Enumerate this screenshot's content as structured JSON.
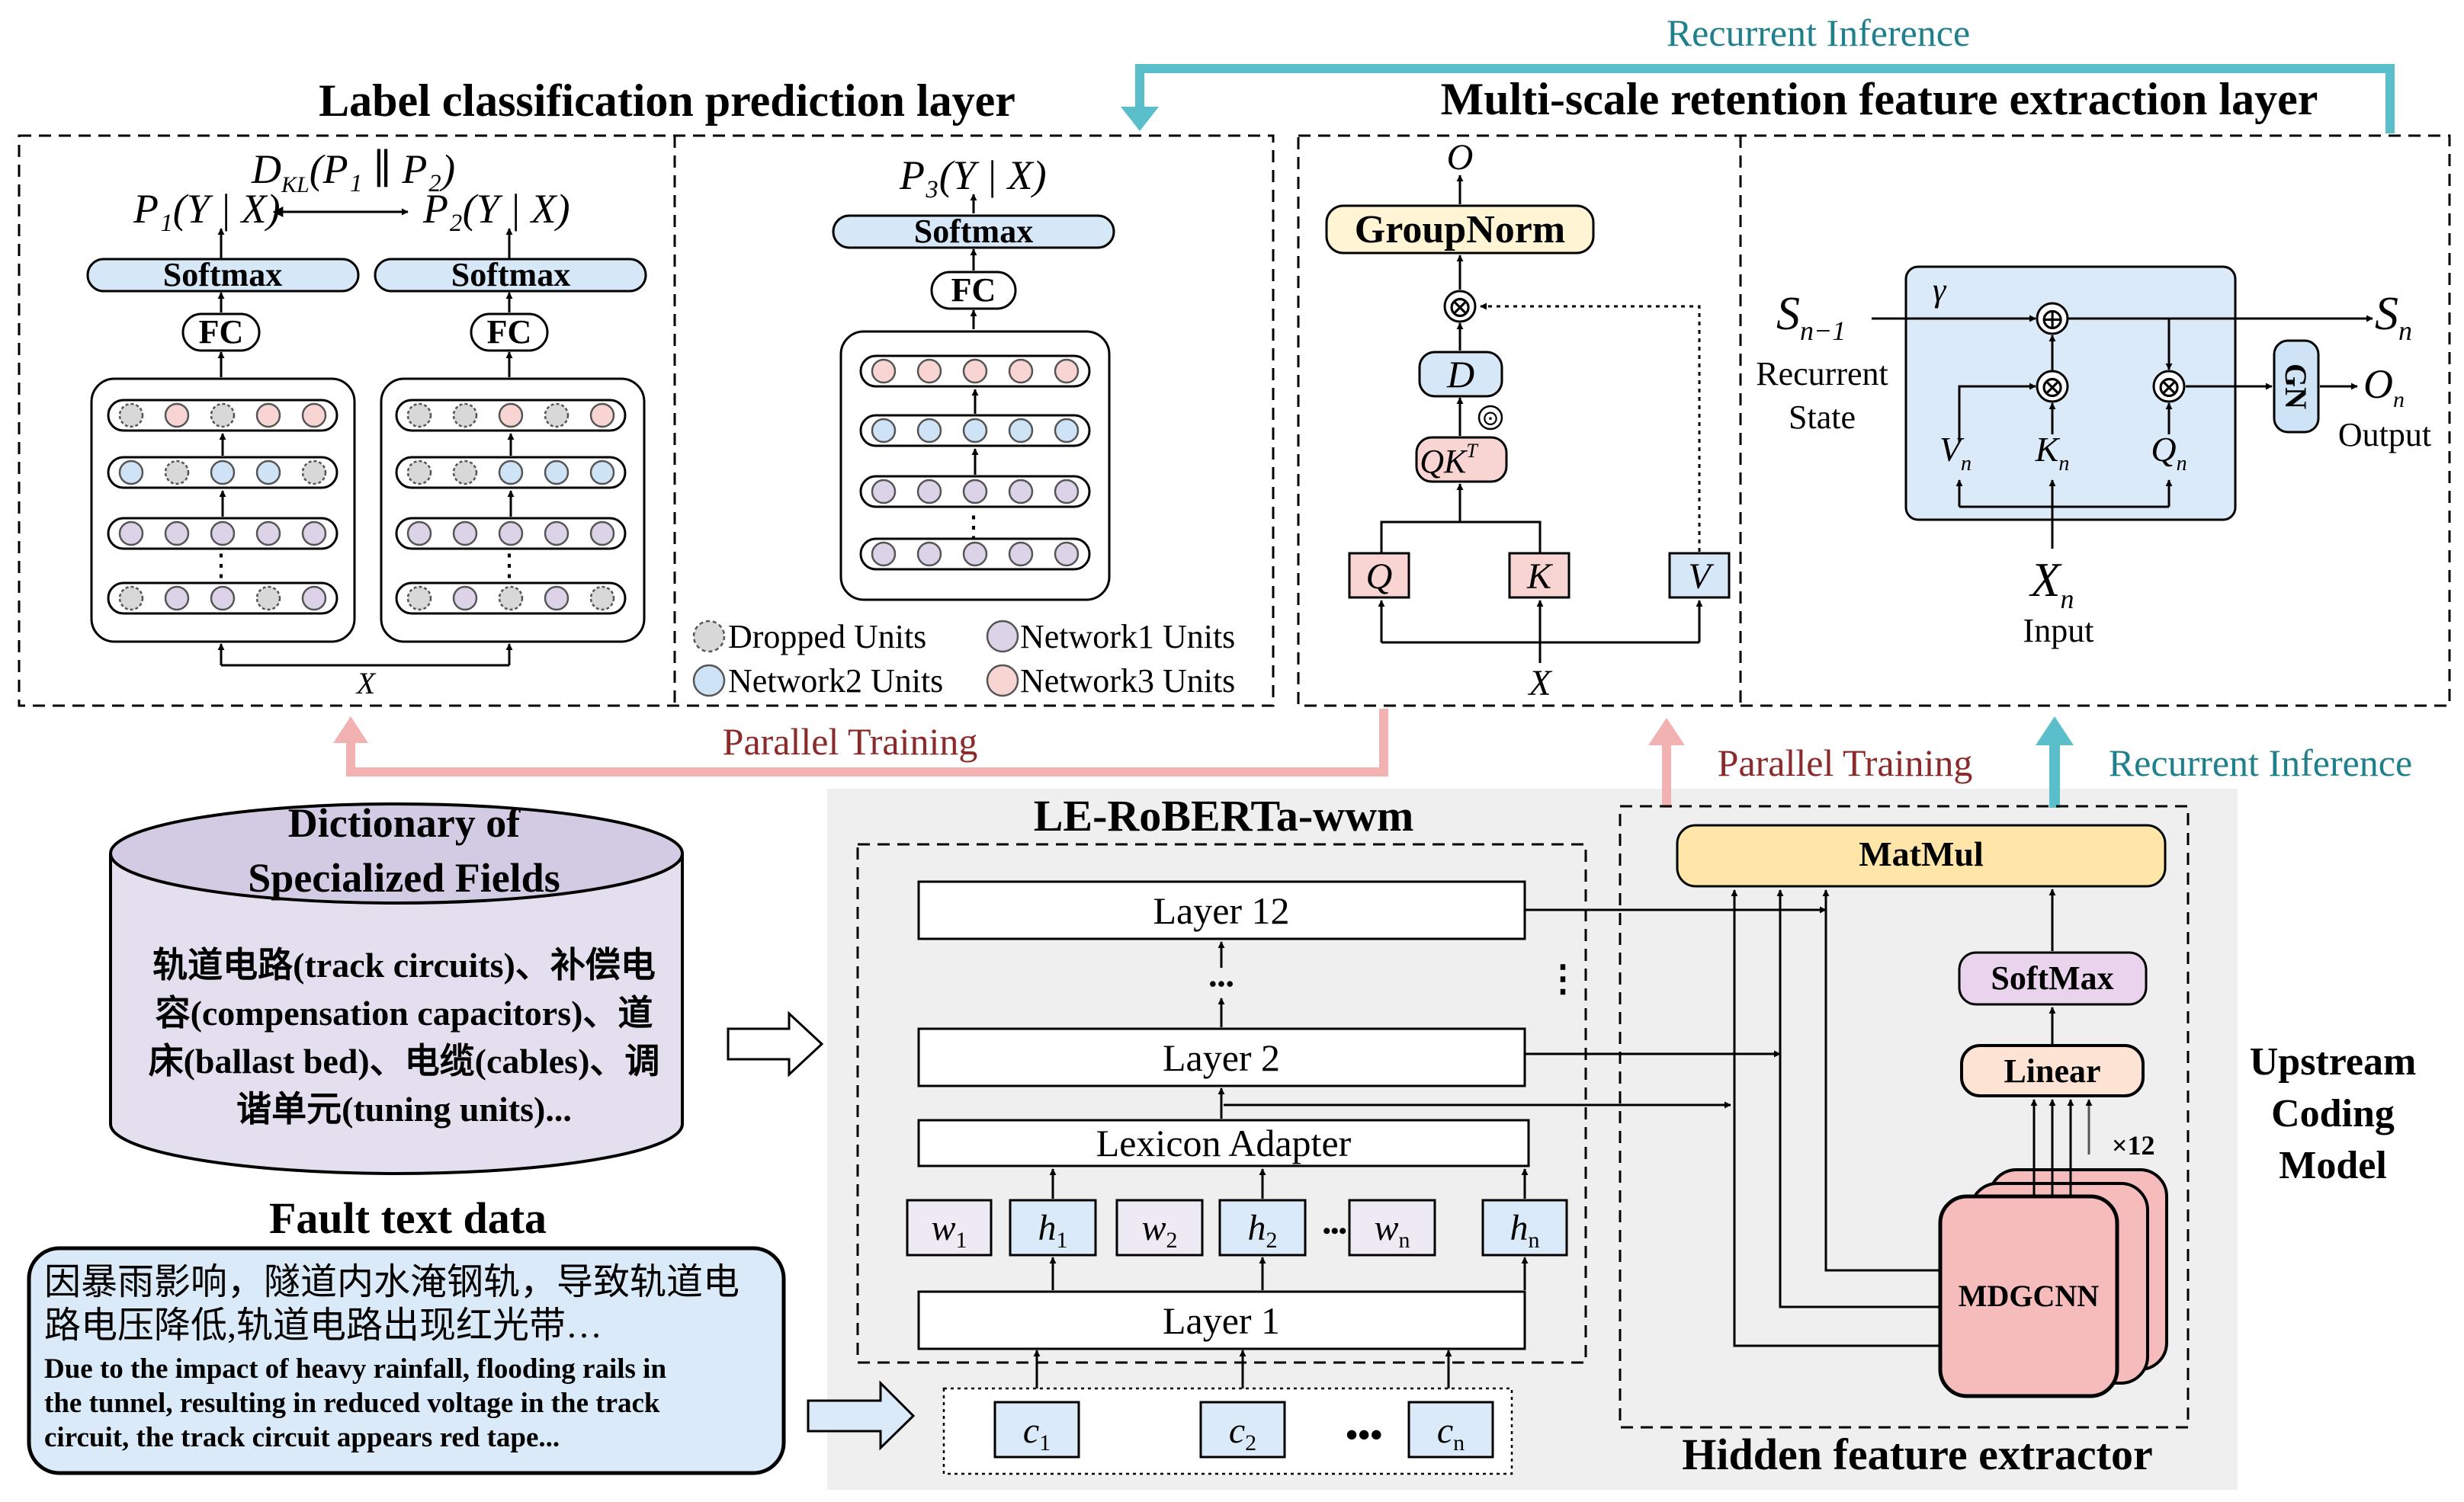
{
  "titles": {
    "label_layer": "Label classification prediction layer",
    "msr_layer": "Multi-scale retention feature extraction layer",
    "le_roberta": "LE-RoBERTa-wwm",
    "hidden_extractor": "Hidden feature extractor",
    "upstream": [
      "Upstream",
      "Coding",
      "Model"
    ]
  },
  "flows": {
    "recurrent_inference": "Recurrent Inference",
    "parallel_training": "Parallel Training"
  },
  "label_layer": {
    "dkl": "D",
    "dkl_sub": "KL",
    "dkl_args": "(P₁ ∥ P₂)",
    "p1": "P₁(Y | X)",
    "p2": "P₂(Y | X)",
    "p3": "P₃(Y | X)",
    "softmax": "Softmax",
    "fc": "FC",
    "x": "X",
    "dots": "⋮"
  },
  "legend": {
    "dropped": "Dropped Units",
    "network1": "Network1 Units",
    "network2": "Network2 Units",
    "network3": "Network3 Units"
  },
  "retention": {
    "o": "O",
    "groupnorm": "GroupNorm",
    "times": "⊗",
    "odot": "⊙",
    "d": "D",
    "qkt": "QK",
    "qkt_sup": "T",
    "q": "Q",
    "k": "K",
    "v": "V",
    "x": "X"
  },
  "recurrent": {
    "s_prev": "S",
    "s_prev_sub": "n−1",
    "recurrent_state": [
      "Recurrent",
      "State"
    ],
    "gamma": "γ",
    "plus": "⊕",
    "times": "⊗",
    "v_n": "V",
    "k_n": "K",
    "q_n": "Q",
    "sub_n": "n",
    "gn": "GN",
    "s_n": "S",
    "o_n": "O",
    "output": "Output",
    "x_n": "X",
    "input": "Input"
  },
  "dictionary": {
    "title": [
      "Dictionary of",
      "Specialized Fields"
    ],
    "lines": [
      "轨道电路(track circuits)、补偿电",
      "容(compensation capacitors)、道",
      "床(ballast bed)、电缆(cables)、调",
      "谐单元(tuning units)..."
    ]
  },
  "fault": {
    "title": "Fault text data",
    "zh": [
      "因暴雨影响，隧道内水淹钢轨，导致轨道电",
      "路电压降低,轨道电路出现红光带…"
    ],
    "en": [
      "Due to the impact of heavy rainfall, flooding rails in",
      "the tunnel, resulting in reduced voltage in the track",
      "circuit, the track circuit appears red tape..."
    ]
  },
  "roberta": {
    "layer12": "Layer 12",
    "layer2": "Layer 2",
    "lexicon": "Lexicon Adapter",
    "layer1": "Layer 1",
    "tokens": [
      {
        "base": "w",
        "sub": "1"
      },
      {
        "base": "h",
        "sub": "1"
      },
      {
        "base": "w",
        "sub": "2"
      },
      {
        "base": "h",
        "sub": "2"
      },
      {
        "base": "w",
        "sub": "n"
      },
      {
        "base": "h",
        "sub": "n"
      }
    ],
    "chars": [
      {
        "base": "c",
        "sub": "1"
      },
      {
        "base": "c",
        "sub": "2"
      },
      {
        "base": "c",
        "sub": "n"
      }
    ],
    "dots": "•••"
  },
  "extractor": {
    "matmul": "MatMul",
    "softmax": "SoftMax",
    "linear": "Linear",
    "mdgcnn": "MDGCNN",
    "x12": "×12"
  },
  "colors": {
    "teal": "#5bbfcb",
    "teal_text": "#1f7f8a",
    "pink_arrow": "#f2b2b2",
    "pink_text": "#8b2a2a",
    "softmax_fill": "#d6e8f8",
    "dropped": "#d8d8d8",
    "network1": "#ddd3e9",
    "network2": "#cfe3f6",
    "network3": "#f8d5d2",
    "groupnorm_fill": "#fff4d4",
    "matmul_fill": "#ffe6a8",
    "softmax2_fill": "#ead3ec",
    "linear_fill": "#fde3d4",
    "mdgcnn_fill": "#f5bcbb",
    "recurrent_box": "#dbeaf8",
    "gray_panel": "#efefef"
  }
}
